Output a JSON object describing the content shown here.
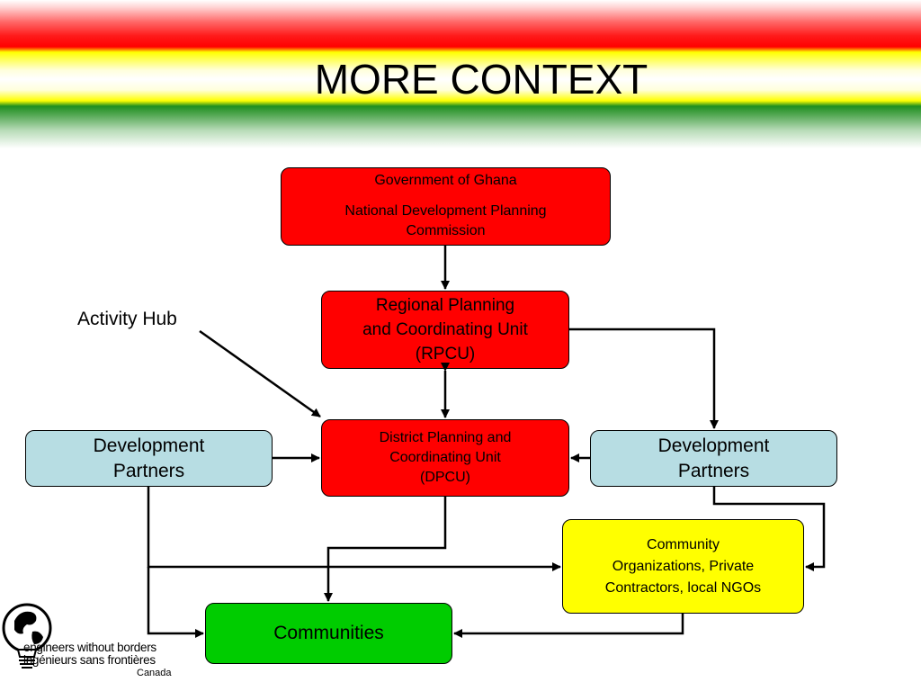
{
  "title": "MORE CONTEXT",
  "nodes": {
    "government": {
      "lines": [
        "Government of Ghana",
        "National Development Planning Commission"
      ]
    },
    "rpcu": {
      "lines": [
        "Regional Planning",
        "and Coordinating Unit",
        "(RPCU)"
      ]
    },
    "dpcu": {
      "lines": [
        "District Planning and",
        "Coordinating Unit",
        "(DPCU)"
      ]
    },
    "dev_partners_left": {
      "lines": [
        "Development",
        "Partners"
      ]
    },
    "dev_partners_right": {
      "lines": [
        "Development",
        "Partners"
      ]
    },
    "community_orgs": {
      "lines": [
        "Community",
        "Organizations, Private",
        "Contractors, local NGOs"
      ]
    },
    "communities": {
      "lines": [
        "Communities"
      ]
    }
  },
  "annotation": "Activity Hub",
  "logo": {
    "line1": "engineers without borders",
    "line2": "ingénieurs sans frontières",
    "line3": "Canada"
  },
  "colors": {
    "government": "#ff0000",
    "rpcu": "#ff0000",
    "dpcu": "#ff0000",
    "dev_partners": "#b7dde3",
    "community_orgs": "#ffff00",
    "communities": "#00cc00"
  }
}
